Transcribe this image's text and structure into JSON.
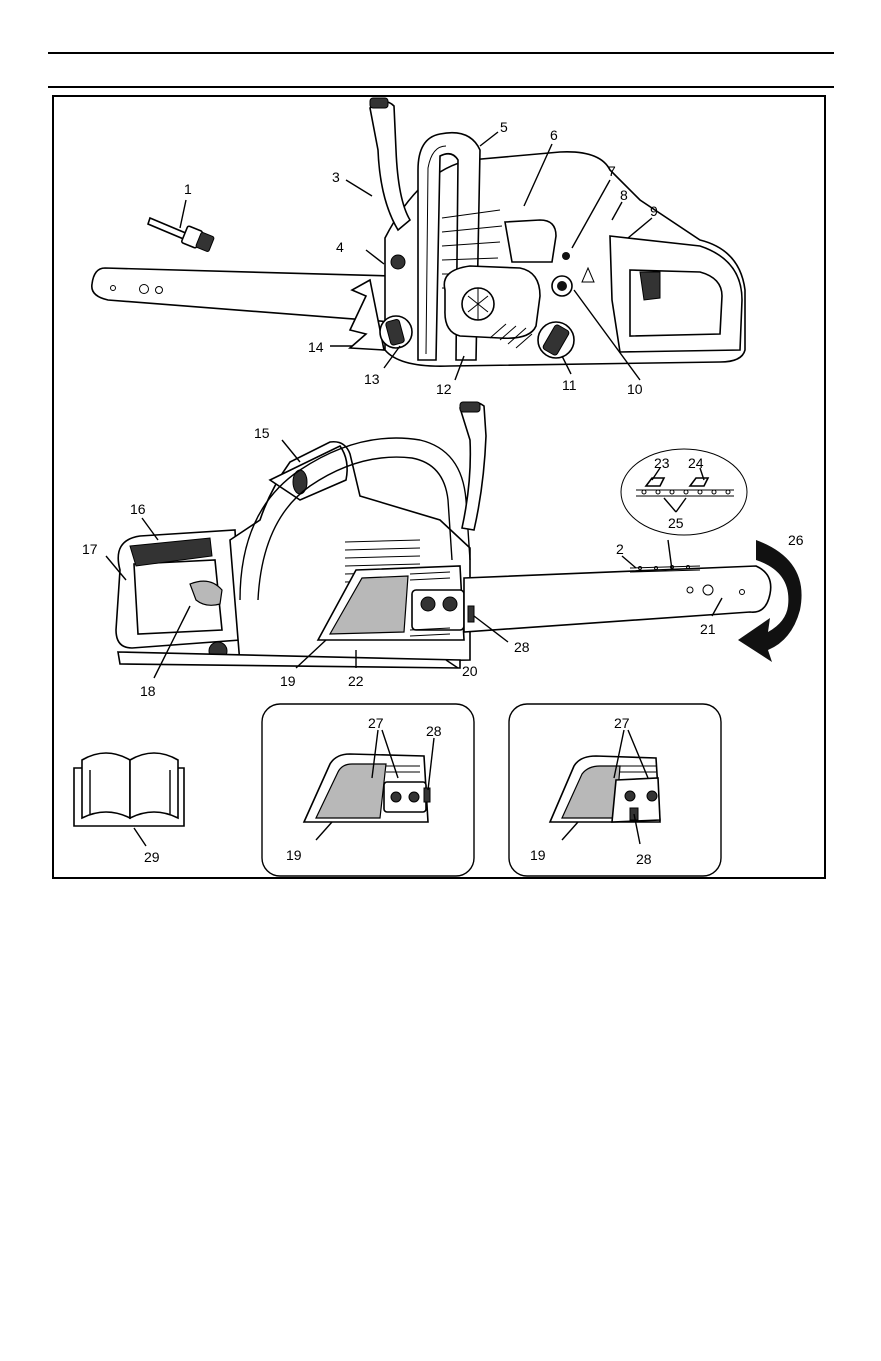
{
  "callouts": {
    "c1": "1",
    "c2": "2",
    "c3": "3",
    "c4": "4",
    "c5": "5",
    "c6": "6",
    "c7": "7",
    "c8": "8",
    "c9": "9",
    "c10": "10",
    "c11": "11",
    "c12": "12",
    "c13": "13",
    "c14": "14",
    "c15": "15",
    "c16": "16",
    "c17": "17",
    "c18": "18",
    "c19": "19",
    "c20": "20",
    "c21": "21",
    "c22": "22",
    "c23": "23",
    "c24": "24",
    "c25": "25",
    "c26": "26",
    "c27": "27",
    "c28": "28",
    "c29": "29"
  },
  "inset_left": {
    "c27": "27",
    "c28": "28",
    "c19": "19"
  },
  "inset_right": {
    "c27": "27",
    "c28": "28",
    "c19": "19"
  },
  "icons": [
    "scrench-icon",
    "chainsaw-top-icon",
    "chainsaw-bottom-icon",
    "saw-chain-detail-icon",
    "rotation-arrow-icon",
    "manual-book-icon",
    "clutch-cover-icon"
  ],
  "colors": {
    "line": "#000000",
    "paper": "#ffffff",
    "shade": "#b8b8b8"
  }
}
